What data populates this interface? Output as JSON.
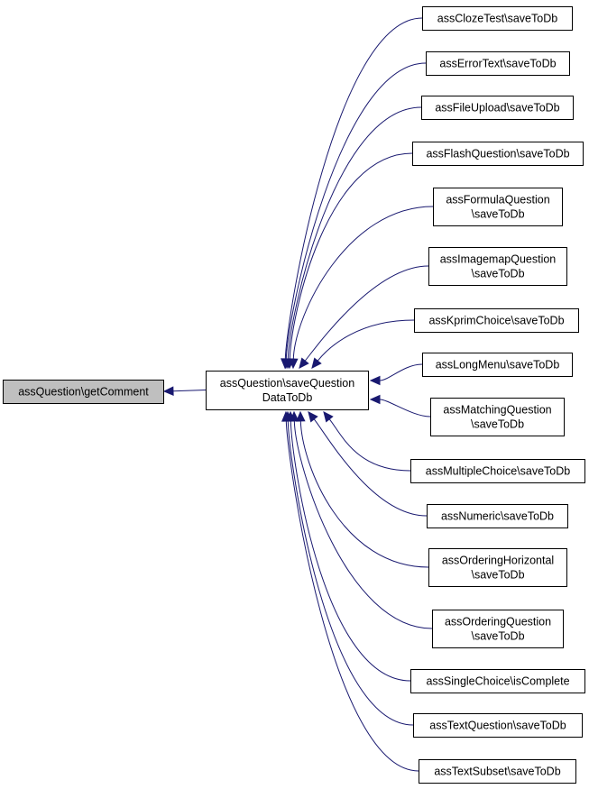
{
  "nodes": {
    "root": {
      "lines": [
        "assQuestion\\getComment"
      ]
    },
    "hub": {
      "lines": [
        "assQuestion\\saveQuestion",
        "DataToDb"
      ]
    },
    "callers": [
      {
        "key": "cloze",
        "lines": [
          "assClozeTest\\saveToDb"
        ]
      },
      {
        "key": "errortext",
        "lines": [
          "assErrorText\\saveToDb"
        ]
      },
      {
        "key": "fileupload",
        "lines": [
          "assFileUpload\\saveToDb"
        ]
      },
      {
        "key": "flash",
        "lines": [
          "assFlashQuestion\\saveToDb"
        ]
      },
      {
        "key": "formula",
        "lines": [
          "assFormulaQuestion",
          "\\saveToDb"
        ]
      },
      {
        "key": "imagemap",
        "lines": [
          "assImagemapQuestion",
          "\\saveToDb"
        ]
      },
      {
        "key": "kprim",
        "lines": [
          "assKprimChoice\\saveToDb"
        ]
      },
      {
        "key": "longmenu",
        "lines": [
          "assLongMenu\\saveToDb"
        ]
      },
      {
        "key": "matching",
        "lines": [
          "assMatchingQuestion",
          "\\saveToDb"
        ]
      },
      {
        "key": "multiplechoice",
        "lines": [
          "assMultipleChoice\\saveToDb"
        ]
      },
      {
        "key": "numeric",
        "lines": [
          "assNumeric\\saveToDb"
        ]
      },
      {
        "key": "orderinghorizontal",
        "lines": [
          "assOrderingHorizontal",
          "\\saveToDb"
        ]
      },
      {
        "key": "orderingquestion",
        "lines": [
          "assOrderingQuestion",
          "\\saveToDb"
        ]
      },
      {
        "key": "singlechoice",
        "lines": [
          "assSingleChoice\\isComplete"
        ]
      },
      {
        "key": "textquestion",
        "lines": [
          "assTextQuestion\\saveToDb"
        ]
      },
      {
        "key": "textsubset",
        "lines": [
          "assTextSubset\\saveToDb"
        ]
      }
    ]
  },
  "colors": {
    "edge": "#191970",
    "current_node_fill": "#bfbfbf",
    "node_fill": "#ffffff",
    "border": "#000000"
  }
}
